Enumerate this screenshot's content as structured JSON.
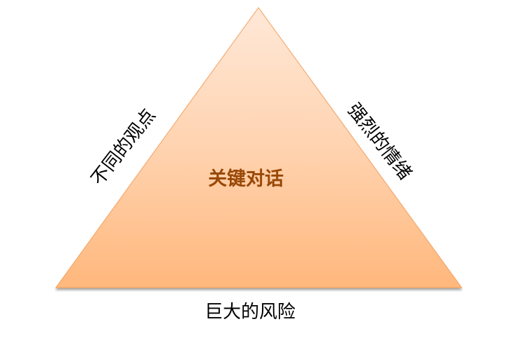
{
  "diagram": {
    "type": "triangle",
    "center_label": "关键对话",
    "edges": {
      "left": "不同的观点",
      "right": "强烈的情绪",
      "bottom": "巨大的风险"
    },
    "colors": {
      "fill_top": "#FFE6D4",
      "fill_bottom": "#FFB77C",
      "edge": "#F79646",
      "center_text": "#984807",
      "label_text": "#000000"
    }
  }
}
